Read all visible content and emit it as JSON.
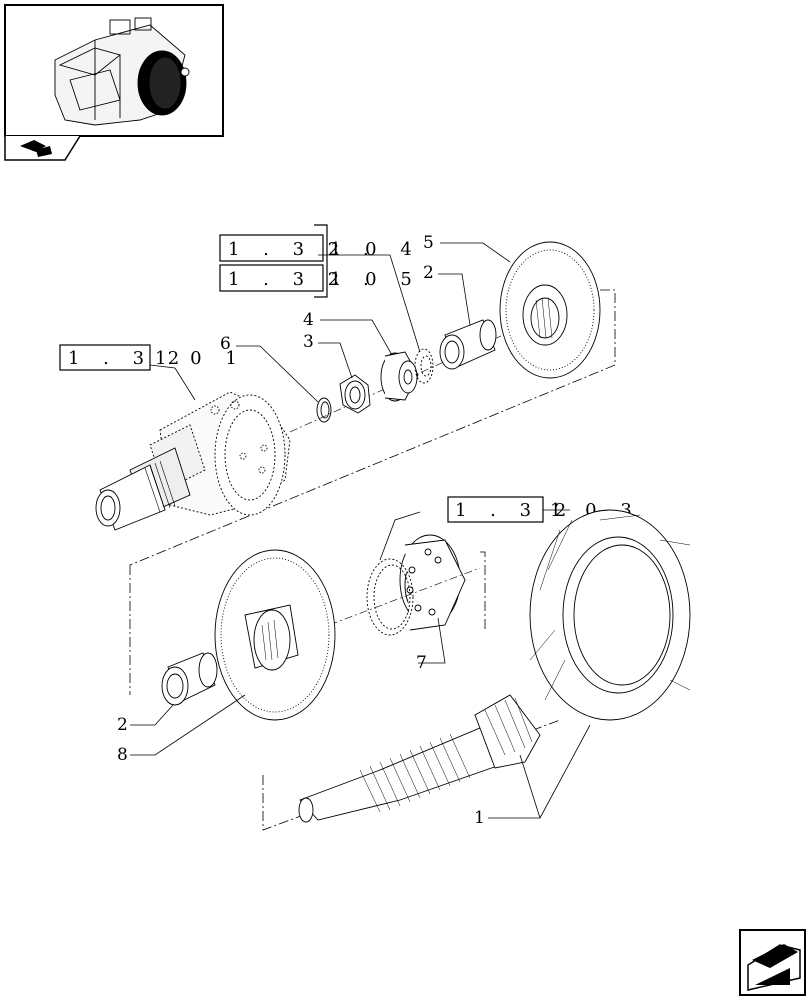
{
  "thumbnail": {
    "icon": "transmission-housing-thumbnail"
  },
  "nav": {
    "prev_icon": "book-arrow-icon",
    "next_icon": "page-arrow-icon"
  },
  "refs": {
    "r104": {
      "box": "1 . 3 2 .",
      "tail": "1   0 4"
    },
    "r105": {
      "box": "1 . 3 2 .",
      "tail": "1   0 5"
    },
    "r101": {
      "box": "1 . 3 2",
      "tail": "1   0 1"
    },
    "r103": {
      "box": "1 . 3 2 .",
      "tail": "1   0 3"
    }
  },
  "callouts": {
    "c1": "1",
    "c2a": "2",
    "c2b": "2",
    "c3": "3",
    "c4": "4",
    "c5": "5",
    "c6": "6",
    "c7": "7",
    "c8": "8"
  }
}
